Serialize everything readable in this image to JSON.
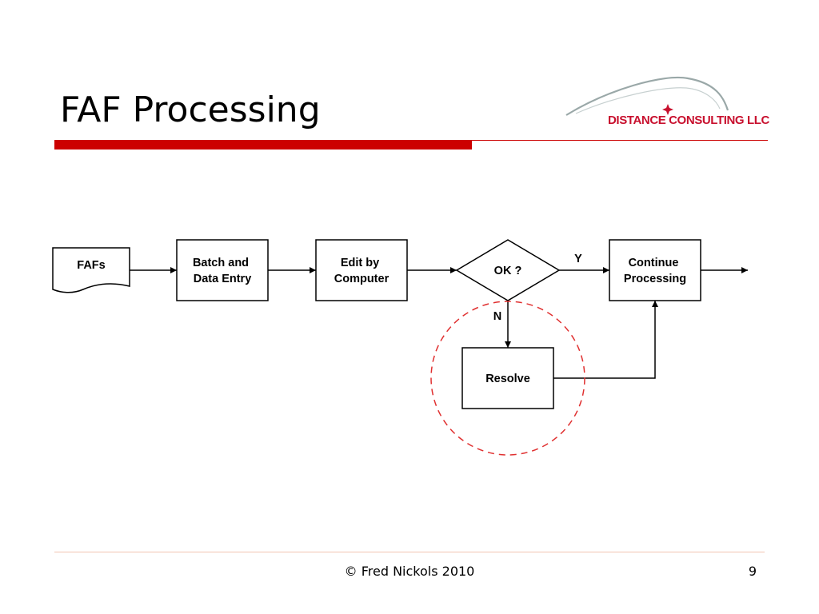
{
  "slide": {
    "title": "FAF Processing",
    "logo_text": "DISTANCE CONSULTING LLC",
    "footer": "© Fred Nickols 2010",
    "page_number": "9"
  },
  "flowchart": {
    "start_document": "FAFs",
    "step_batch": [
      "Batch and",
      "Data Entry"
    ],
    "step_edit": [
      "Edit by",
      "Computer"
    ],
    "decision": "OK ?",
    "branch_yes": "Y",
    "branch_no": "N",
    "step_continue": [
      "Continue",
      "Processing"
    ],
    "step_resolve": "Resolve"
  },
  "colors": {
    "accent_red": "#cc0000",
    "highlight_circle": "#e03030",
    "footer_rule": "#f2c4b0"
  }
}
